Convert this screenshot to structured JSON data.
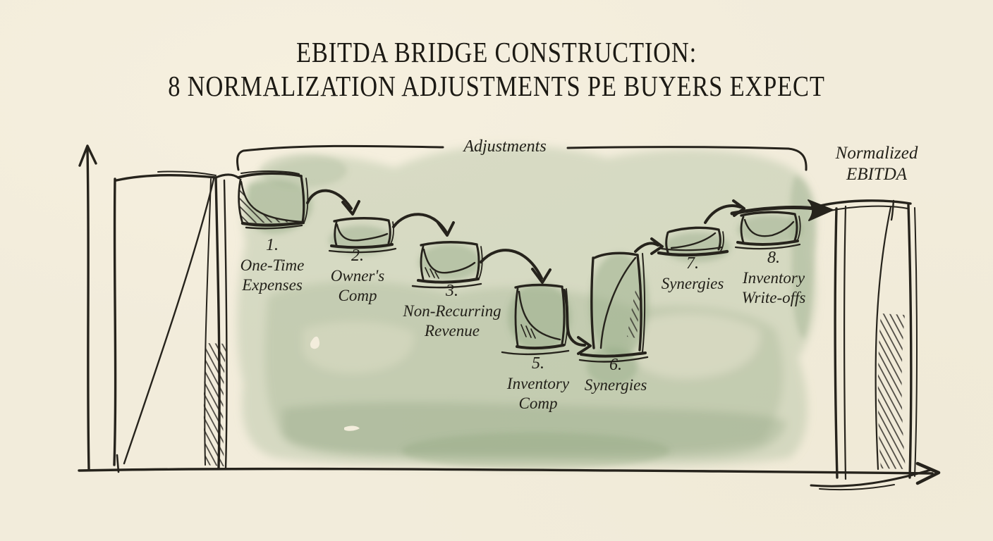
{
  "title": {
    "line1": "EBITDA BRIDGE CONSTRUCTION:",
    "line2": "8 NORMALIZATION ADJUSTMENTS PE BUYERS EXPECT"
  },
  "bracket": {
    "label": "Adjustments"
  },
  "start_bar": {
    "description": "unlabeled starting EBITDA bar"
  },
  "steps": [
    {
      "number": "1.",
      "lines": [
        "One-Time",
        "Expenses"
      ]
    },
    {
      "number": "2.",
      "lines": [
        "Owner's",
        "Comp"
      ]
    },
    {
      "number": "3.",
      "lines": [
        "Non-Recurring",
        "Revenue"
      ]
    },
    {
      "number": "5.",
      "lines": [
        "Inventory",
        "Comp"
      ]
    },
    {
      "number": "6.",
      "lines": [
        "Synergies"
      ]
    },
    {
      "number": "7.",
      "lines": [
        "Synergies"
      ]
    },
    {
      "number": "8.",
      "lines": [
        "Inventory",
        "Write-offs"
      ]
    }
  ],
  "end_bar": {
    "lines": [
      "Normalized",
      "EBITDA"
    ]
  },
  "colors": {
    "paper": "#f2ecdb",
    "ink": "#26231c",
    "wash_green": "#a4b896",
    "wash_green_dark": "#8fa681"
  }
}
